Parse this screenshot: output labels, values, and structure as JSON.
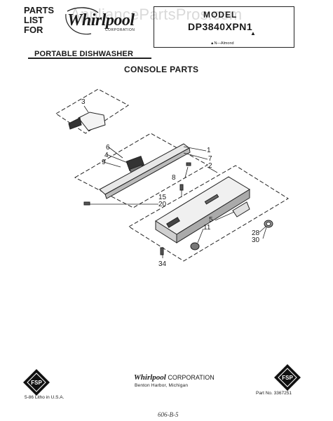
{
  "header": {
    "parts_list_lines": [
      "PARTS",
      "LIST",
      "FOR"
    ],
    "brand": "Whirlpool",
    "brand_corp": "CORPORATION",
    "watermark": "AppliancePartsPros.com",
    "model_label": "MODEL",
    "model_number": "DP3840XPN1",
    "model_marker": "▲",
    "model_note": "▲N—Almond"
  },
  "product_title": "PORTABLE DISHWASHER",
  "section_title": "CONSOLE PARTS",
  "callouts": [
    "3",
    "6",
    "4",
    "9",
    "1",
    "7",
    "2",
    "8",
    "15",
    "20",
    "5",
    "11",
    "28",
    "30",
    "34"
  ],
  "footer": {
    "corporation": "Whirlpool",
    "corporation_suffix": "CORPORATION",
    "address": "Benton Harbor, Michigan",
    "date_print": "5-86 Litho in U.S.A.",
    "part_number": "Part No. 3367251",
    "fsp_logo_text": "FSP",
    "handwritten_note": "606-B-5"
  },
  "colors": {
    "ink": "#1a1a1a",
    "background": "#ffffff"
  }
}
